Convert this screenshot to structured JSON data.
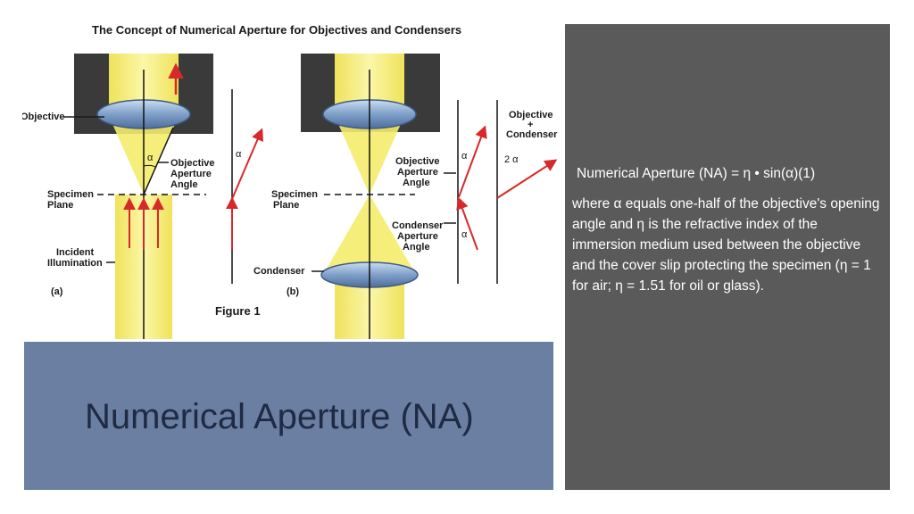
{
  "slide": {
    "title": "Numerical Aperture (NA)",
    "formula": "Numerical Aperture (NA) = η • sin(α)(1)",
    "description": "where α equals one-half of the objective's opening angle and η is the refractive index of the immersion medium used between the objective and the cover slip protecting the specimen (η = 1 for air; η = 1.51 for oil or glass)."
  },
  "figure": {
    "heading": "The Concept of Numerical Aperture for Objectives and Condensers",
    "caption": "Figure 1",
    "panel_a": {
      "letter": "(a)",
      "objective": "Objective",
      "alpha": "α",
      "angle_label": [
        "Objective",
        "Aperture",
        "Angle"
      ],
      "specimen": [
        "Specimen",
        "Plane"
      ],
      "illumination": [
        "Incident",
        "Illumination"
      ],
      "side_alpha": "α"
    },
    "panel_b": {
      "letter": "(b)",
      "specimen": [
        "Specimen",
        "Plane"
      ],
      "objective_angle": [
        "Objective",
        "Aperture",
        "Angle"
      ],
      "condenser_angle": [
        "Condenser",
        "Aperture",
        "Angle"
      ],
      "condenser": "Condenser",
      "alpha_top": "α",
      "alpha_bottom": "α",
      "combined": [
        "Objective",
        "+",
        "Condenser"
      ],
      "two_alpha": "2 α"
    }
  },
  "colors": {
    "beam_yellow": "#f4ec6c",
    "arrow_red": "#d62a2a",
    "lens_blue": "#7f9fc8",
    "housing_dark": "#3a3a3a",
    "title_band": "#6a7fa1",
    "side_panel": "#5a5a5a"
  }
}
